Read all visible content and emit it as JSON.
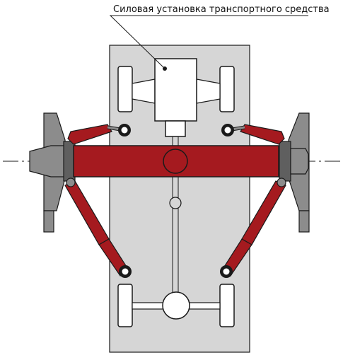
{
  "callout": {
    "label": "Силовая установка транспортного средства"
  },
  "colors": {
    "chassis": "#d6d6d6",
    "outline": "#1a1a1a",
    "beam": "#a51a1f",
    "beam_dark": "#7a0f14",
    "steel": "#8c8c8c",
    "steel_dark": "#5f5f5f",
    "joint": "#ffffff"
  },
  "icons": [
    "engine-block",
    "wheel",
    "hydraulic-cylinder",
    "pivot-joint",
    "outrigger-plate"
  ]
}
